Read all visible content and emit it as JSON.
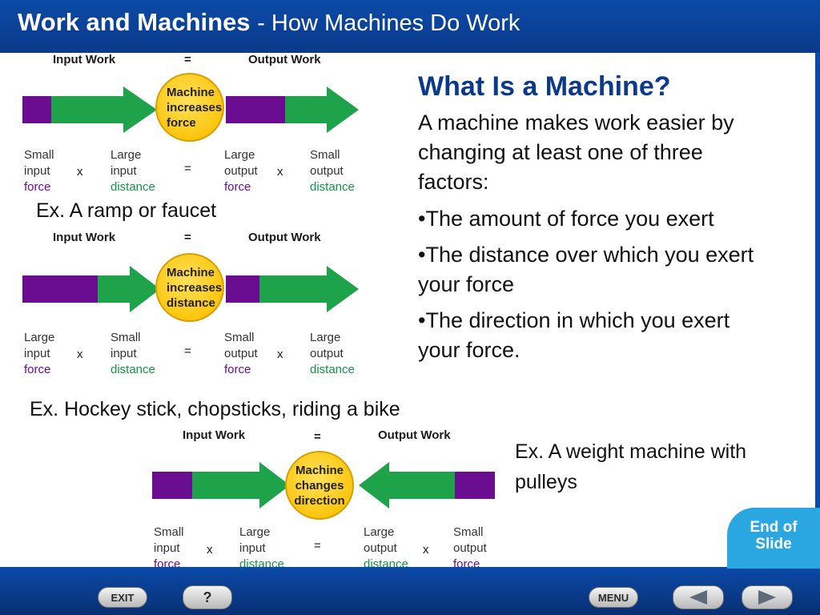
{
  "header": {
    "title": "Work and Machines",
    "subtitle": "- How Machines Do Work"
  },
  "right": {
    "heading": "What Is a Machine?",
    "intro": "A machine makes work easier by changing at least one of three factors:",
    "bullets": [
      "•The amount of force you exert",
      "•The distance over which you exert your force",
      "•The direction in which you exert your force."
    ]
  },
  "labels": {
    "input_work": "Input Work",
    "output_work": "Output Work",
    "equals": "=",
    "times": "x"
  },
  "diagrams": [
    {
      "badge": [
        "Machine",
        "increases",
        "force"
      ],
      "cols": [
        [
          "Small",
          "input",
          "force"
        ],
        [
          "Large",
          "input",
          "distance"
        ],
        [
          "Large",
          "output",
          "force"
        ],
        [
          "Small",
          "output",
          "distance"
        ]
      ]
    },
    {
      "badge": [
        "Machine",
        "increases",
        "distance"
      ],
      "cols": [
        [
          "Large",
          "input",
          "force"
        ],
        [
          "Small",
          "input",
          "distance"
        ],
        [
          "Small",
          "output",
          "force"
        ],
        [
          "Large",
          "output",
          "distance"
        ]
      ]
    },
    {
      "badge": [
        "Machine",
        "changes",
        "direction"
      ],
      "cols": [
        [
          "Small",
          "input",
          "force"
        ],
        [
          "Large",
          "input",
          "distance"
        ],
        [
          "Large",
          "output",
          "distance"
        ],
        [
          "Small",
          "output",
          "force"
        ]
      ]
    }
  ],
  "examples": {
    "ex1": "Ex. A ramp or faucet",
    "ex2": "Ex. Hockey stick, chopsticks, riding a bike",
    "ex3": "Ex. A weight machine with pulleys"
  },
  "nav": {
    "exit": "EXIT",
    "help": "?",
    "menu": "MENU",
    "end_of_slide": "End of Slide"
  },
  "colors": {
    "header": "#0b3a8c",
    "accent": "#2aa7e0",
    "arrow_green": "#1ea34a",
    "bar_purple": "#6a0d91",
    "badge_yellow": "#fcc60f"
  }
}
